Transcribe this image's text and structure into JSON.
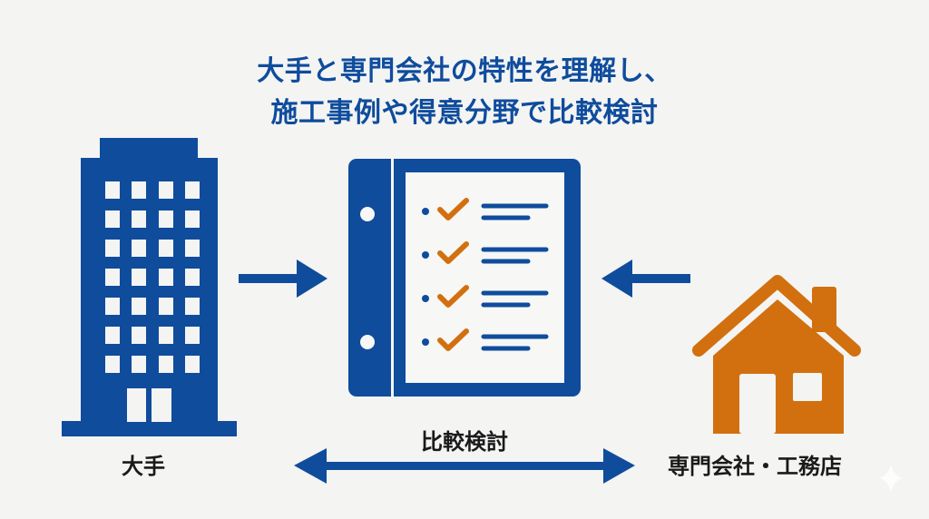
{
  "title": {
    "line1": "大手と専門会社の特性を理解し、",
    "line2": "施工事例や得意分野で比較検討"
  },
  "entities": {
    "left": {
      "icon": "office-building-icon",
      "label": "大手"
    },
    "center": {
      "icon": "checklist-binder-icon",
      "checklist_rows": 4
    },
    "right": {
      "icon": "house-icon",
      "label": "専門会社・工務店"
    }
  },
  "comparison": {
    "label": "比較検討",
    "icon": "double-arrow-icon"
  },
  "arrows": [
    {
      "name": "arrow-right-icon",
      "direction": "right",
      "from": "大手",
      "to": "checklist"
    },
    {
      "name": "arrow-left-icon",
      "direction": "left",
      "from": "専門会社・工務店",
      "to": "checklist"
    }
  ],
  "colors": {
    "primary_blue": "#0f4c9c",
    "accent_orange": "#d2700f",
    "background": "#f4f4f3",
    "text_dark": "#1a1a1a"
  }
}
